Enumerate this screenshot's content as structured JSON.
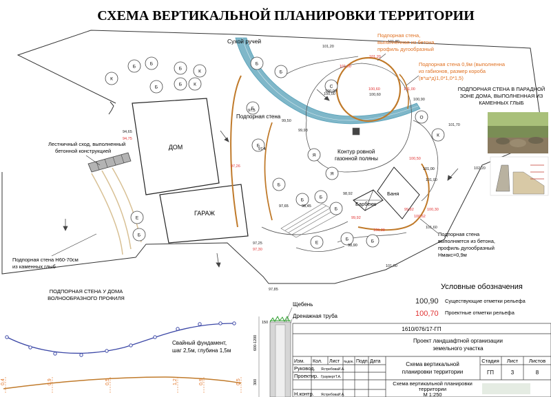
{
  "title": "СХЕМА ВЕРТИКАЛЬНОЙ ПЛАНИРОВКИ ТЕРРИТОРИИ",
  "colors": {
    "water": "#7fb7c9",
    "existing": "#222222",
    "design": "#e03030",
    "orange_note": "#e07020",
    "wall": "#c07a2a",
    "tree": "#444444",
    "curve": "#3b47a6"
  },
  "labels": {
    "dry_stream": "Сухой ручей",
    "retaining_wall": "Подпорная стена",
    "house": "ДОМ",
    "garage": "ГАРАЖ",
    "lawn_1": "Контур ровной",
    "lawn_2": "газонной поляны",
    "barbecue": "Барбекю",
    "sauna": "Баня",
    "stairs_1": "Лестничный сход, выполненный",
    "stairs_2": "бетонной конструкцией",
    "note_arc_1": "Подпорная стена,",
    "note_arc_2": "выполненная из бетона,",
    "note_arc_3": "профиль дугообразный",
    "note_gabion_1": "Подпорная стена 0,9м (выполненна",
    "note_gabion_2": "из габионов, размер короба",
    "note_gabion_3": "(в*ш*д)1,0*1,0*1,5)",
    "note_front_1": "ПОДПОРНАЯ СТЕНА В ПАРАДНОЙ",
    "note_front_2": "ЗОНЕ ДОМА, ВЫПОЛНЕННАЯ ИЗ",
    "note_front_3": "КАМЕННЫХ ГЛЫБ",
    "note_concrete_1": "Подпорная стена",
    "note_concrete_2": "выполняется из бетона,",
    "note_concrete_3": "профиль дугообразный",
    "note_concrete_4": "Нмакс=0,9м",
    "note_stone_1": "Подпорная стена Н60-70см",
    "note_stone_2": "из каменных глыб",
    "note_wave_1": "ПОДПОРНАЯ СТЕНА У ДОМА",
    "note_wave_2": "ВОЛНООБРАЗНОГО ПРОФИЛЯ",
    "pile_1": "Свайный фундамент,",
    "pile_2": "шаг 2,5м, глубина 1,5м",
    "gravel": "Щебень",
    "drain": "Дренажная труба"
  },
  "legend": {
    "title": "Условные обозначения",
    "existing_value": "100,90",
    "existing_text": "Существующие отметки рельефа",
    "design_value": "100,70",
    "design_text": "Проектные отметки рельефа"
  },
  "trees": {
    "letters": [
      "К",
      "Б",
      "Б",
      "Б",
      "К",
      "Б",
      "Б",
      "К",
      "Б",
      "Б",
      "Б",
      "Б",
      "Я",
      "Я",
      "Б",
      "Б",
      "Б",
      "Е",
      "Б",
      "Е",
      "Б",
      "Б",
      "Б",
      "С",
      "О",
      "К"
    ],
    "marks": [
      "97,5",
      "97,4",
      "97,65",
      "98,45",
      "98,90",
      "100,00",
      "101,00"
    ]
  },
  "elevations": {
    "existing": [
      "101,20",
      "101,80",
      "94,65",
      "99,50",
      "99,93",
      "98,92",
      "101,70",
      "102,20",
      "101,60",
      "101,00",
      "97,25",
      "97,85",
      "100,90"
    ],
    "design": [
      "101,20",
      "101,00",
      "100,60",
      "100,30",
      "94,75",
      "97,26",
      "99,92",
      "100,50",
      "99,82",
      "100,30",
      "97,30",
      "100,62",
      "101,00"
    ],
    "other": [
      "100,00",
      "100,60",
      "101,00"
    ]
  },
  "section_marks": [
    "0,4",
    "0,9",
    "0,5",
    "1,2",
    "0,9",
    "0,5"
  ],
  "dims": {
    "d150": "150",
    "d600": "600-1200",
    "d300": "300"
  },
  "stamp": {
    "code": "1610/076/17-ГП",
    "project_1": "Проект ландшафтной организации",
    "project_2": "земельного участка",
    "h_izm": "Изм.",
    "h_kol": "Кол.",
    "h_list": "Лист",
    "h_ndoc": "№док.",
    "h_podp": "Подп.",
    "h_data": "Дата",
    "r_ruk": "Руковод.",
    "n_ruk": "ЯстребоваИ.А.",
    "r_proj": "Проектир.",
    "n_proj": "ГраувертТ.А.",
    "r_nk": "Н.контр.",
    "n_nk": "ЯстребоваИ.А.",
    "sheet_title_1": "Схема вертикальной",
    "sheet_title_2": "планировки территории",
    "h_stage": "Стадия",
    "h_sheet": "Лист",
    "h_sheets": "Листов",
    "v_stage": "ГП",
    "v_sheet": "3",
    "v_sheets": "8",
    "drawing_1": "Схема вертикальной планировки",
    "drawing_2": "территории",
    "scale": "М 1:250"
  }
}
